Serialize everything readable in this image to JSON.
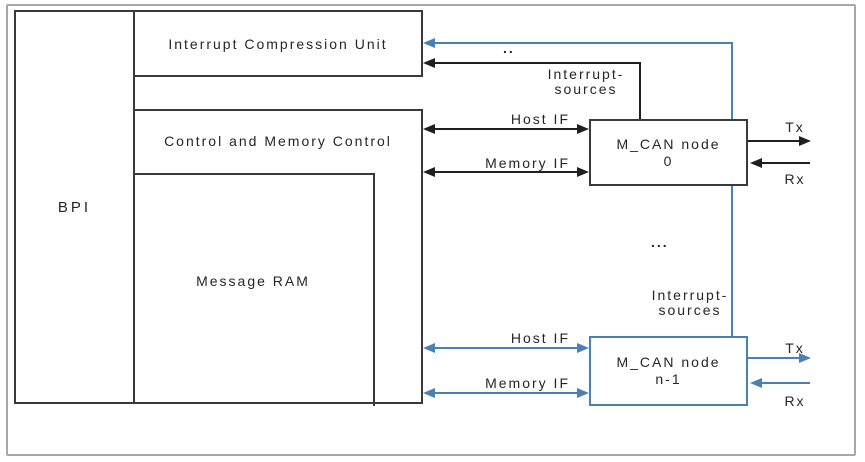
{
  "diagram": {
    "title_hidden": "",
    "blocks": {
      "bpi": {
        "label": "BPI"
      },
      "icu": {
        "label": "Interrupt Compression Unit"
      },
      "control": {
        "label": "Control and Memory Control"
      },
      "message_ram": {
        "label": "Message RAM"
      },
      "node0": {
        "line1": "M_CAN node",
        "line2": "0"
      },
      "node_n1": {
        "line1": "M_CAN node",
        "line2": "n-1"
      }
    },
    "labels": {
      "dots_top": "..",
      "dots_middle": "...",
      "interrupt_sources_top": {
        "line1": "Interrupt-",
        "line2": "sources"
      },
      "interrupt_sources_bottom": {
        "line1": "Interrupt-",
        "line2": "sources"
      },
      "host_if_top": "Host IF",
      "memory_if_top": "Memory IF",
      "host_if_bottom": "Host IF",
      "memory_if_bottom": "Memory IF",
      "tx_top": "Tx",
      "rx_top": "Rx",
      "tx_bottom": "Tx",
      "rx_bottom": "Rx"
    },
    "colors": {
      "line_black": "#1f1f1f",
      "line_blue": "#4a80b8",
      "box_border": "#3a3a3a",
      "node_n1_border": "#4a80b8",
      "frame_border": "#a8a8a8",
      "text": "#262626"
    }
  }
}
